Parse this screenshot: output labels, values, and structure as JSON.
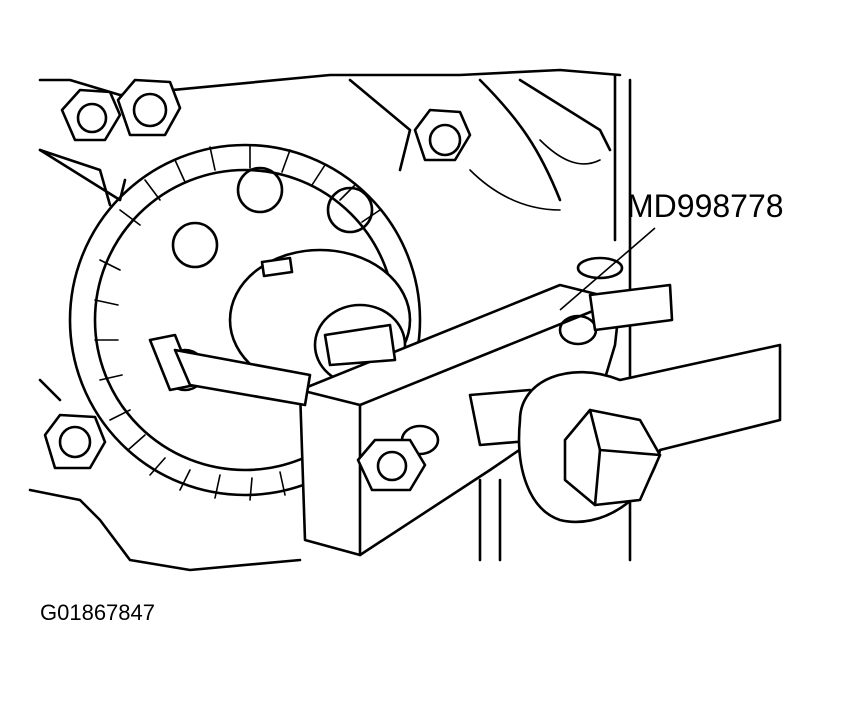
{
  "callout": {
    "tool_label": "MD998778"
  },
  "figure": {
    "id": "G01867847"
  },
  "icons": {
    "leader": "leader-line",
    "illustration": "camshaft-sprocket-holder-line-art"
  }
}
